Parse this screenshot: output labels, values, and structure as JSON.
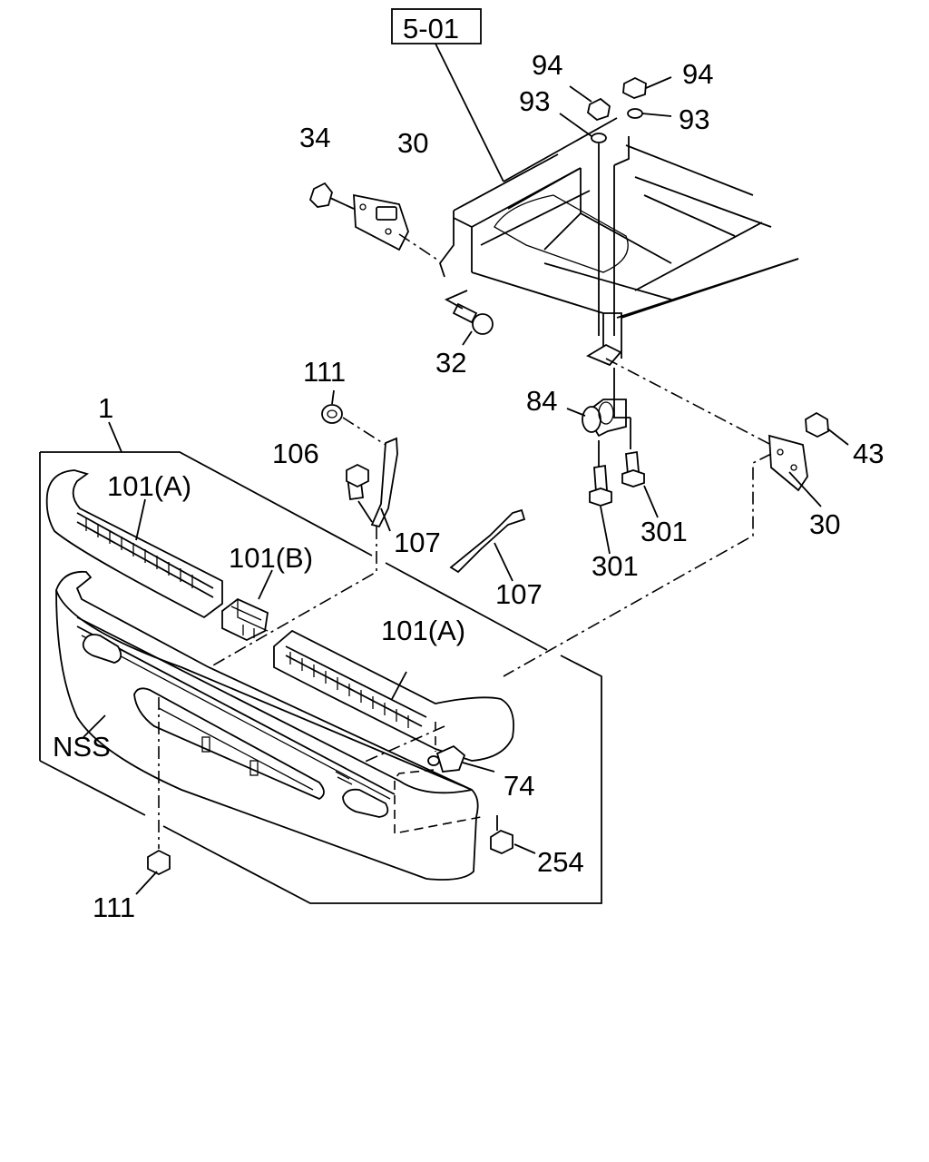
{
  "section_ref": "5-01",
  "callouts": [
    {
      "id": "ref-501",
      "text": "5-01"
    },
    {
      "id": "p94-a",
      "text": "94"
    },
    {
      "id": "p94-b",
      "text": "94"
    },
    {
      "id": "p93-a",
      "text": "93"
    },
    {
      "id": "p93-b",
      "text": "93"
    },
    {
      "id": "p34",
      "text": "34"
    },
    {
      "id": "p30-a",
      "text": "30"
    },
    {
      "id": "p32",
      "text": "32"
    },
    {
      "id": "p111-a",
      "text": "111"
    },
    {
      "id": "p84",
      "text": "84"
    },
    {
      "id": "p1",
      "text": "1"
    },
    {
      "id": "p106",
      "text": "106"
    },
    {
      "id": "p101a-1",
      "text": "101(A)"
    },
    {
      "id": "p107-a",
      "text": "107"
    },
    {
      "id": "p101b",
      "text": "101(B)"
    },
    {
      "id": "p43",
      "text": "43"
    },
    {
      "id": "p301-a",
      "text": "301"
    },
    {
      "id": "p30-b",
      "text": "30"
    },
    {
      "id": "p301-b",
      "text": "301"
    },
    {
      "id": "p107-b",
      "text": "107"
    },
    {
      "id": "p101a-2",
      "text": "101(A)"
    },
    {
      "id": "pNSS",
      "text": "NSS"
    },
    {
      "id": "p74",
      "text": "74"
    },
    {
      "id": "p254",
      "text": "254"
    },
    {
      "id": "p111-b",
      "text": "111"
    }
  ]
}
